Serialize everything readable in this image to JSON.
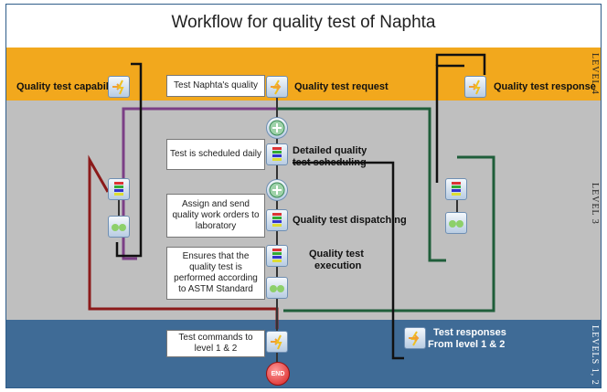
{
  "title": "Workflow for quality test of Naphta",
  "levels": {
    "l4": "LEVEL 4",
    "l3": "LEVEL 3",
    "l12": "LEVELS 1, 2"
  },
  "labels": {
    "quality_test_capability": "Quality test capability",
    "quality_test_request": "Quality test request",
    "quality_test_response": "Quality test response",
    "detailed_scheduling_1": "Detailed quality",
    "detailed_scheduling_2": "test scheduling",
    "dispatching": "Quality test dispatching",
    "execution_1": "Quality test",
    "execution_2": "execution",
    "responses_1": "Test responses",
    "responses_2": "From level 1 & 2"
  },
  "notes": {
    "naphta_quality": "Test Naphta's quality",
    "scheduled_daily": "Test is scheduled daily",
    "assign_send": "Assign and send quality work orders to laboratory",
    "ensures_astm": "Ensures that the quality test is performed according to ASTM Standard",
    "test_commands": "Test commands to level 1 & 2"
  },
  "end_label": "END",
  "icons": [
    "capability-transaction-icon",
    "request-transaction-icon",
    "response-transaction-icon",
    "start-plus-icon",
    "scheduling-stack-icon",
    "plus-icon",
    "dispatching-stack-icon",
    "execution-stack-icon",
    "execution-pair-icon",
    "command-transaction-icon",
    "end-icon",
    "left-stack-icon",
    "left-pair-icon",
    "right-stack-icon",
    "right-pair-icon",
    "responses-transaction-icon"
  ],
  "colors": {
    "level4": "#f2a81d",
    "level3": "#bfbfbf",
    "level12": "#3f6b96",
    "flow_black": "#111111",
    "flow_purple": "#7b3f86",
    "flow_red": "#8b1a1a",
    "flow_green": "#1f5e3a"
  }
}
